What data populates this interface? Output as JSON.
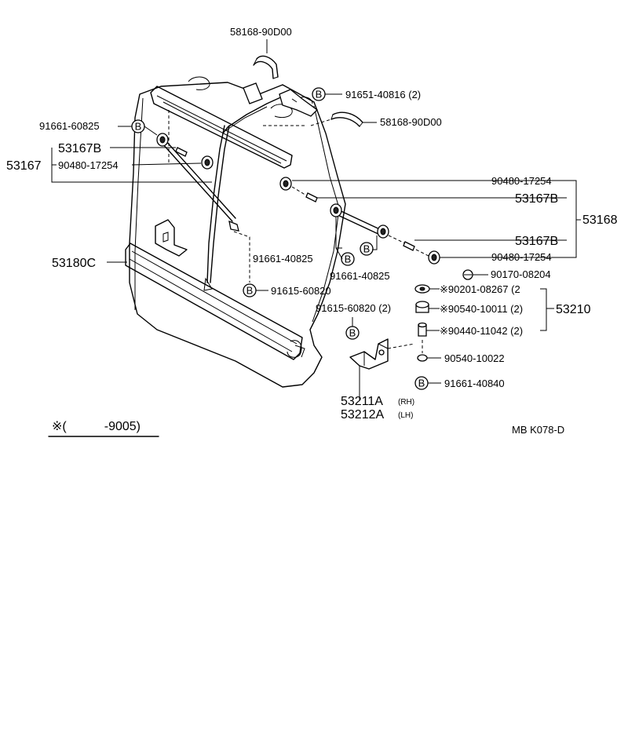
{
  "part_labels": {
    "p58168_top": "58168-90D00",
    "p91651": "91651-40816 (2)",
    "p58168_right": "58168-90D00",
    "p91661_60825": "91661-60825",
    "p53167B_left": "53167B",
    "p53167": "53167",
    "p90480_left": "90480-17254",
    "p90480_right_top": "90480-17254",
    "p53167B_right_top": "53167B",
    "p53168": "53168",
    "p53167B_right_bot": "53167B",
    "p90480_right_bot": "90480-17254",
    "p53180C": "53180C",
    "p91661_40825_a": "91661-40825",
    "p91661_40825_b": "91661-40825",
    "p90170": "90170-08204",
    "p91615_60820": "91615-60820",
    "p91615_60820_2": "91615-60820 (2)",
    "p90201": "※90201-08267 (2",
    "p90540_10011": "※90540-10011 (2)",
    "p53210": "53210",
    "p90440": "※90440-11042 (2)",
    "p90540_10022": "90540-10022",
    "p91661_40840": "91661-40840",
    "p53211A": "53211A",
    "p53211A_side": "(RH)",
    "p53212A": "53212A",
    "p53212A_side": "(LH)"
  },
  "bolt_marker": "B",
  "footnote": "※(　　　-9005)",
  "catalog_code": "MB  K078-D"
}
